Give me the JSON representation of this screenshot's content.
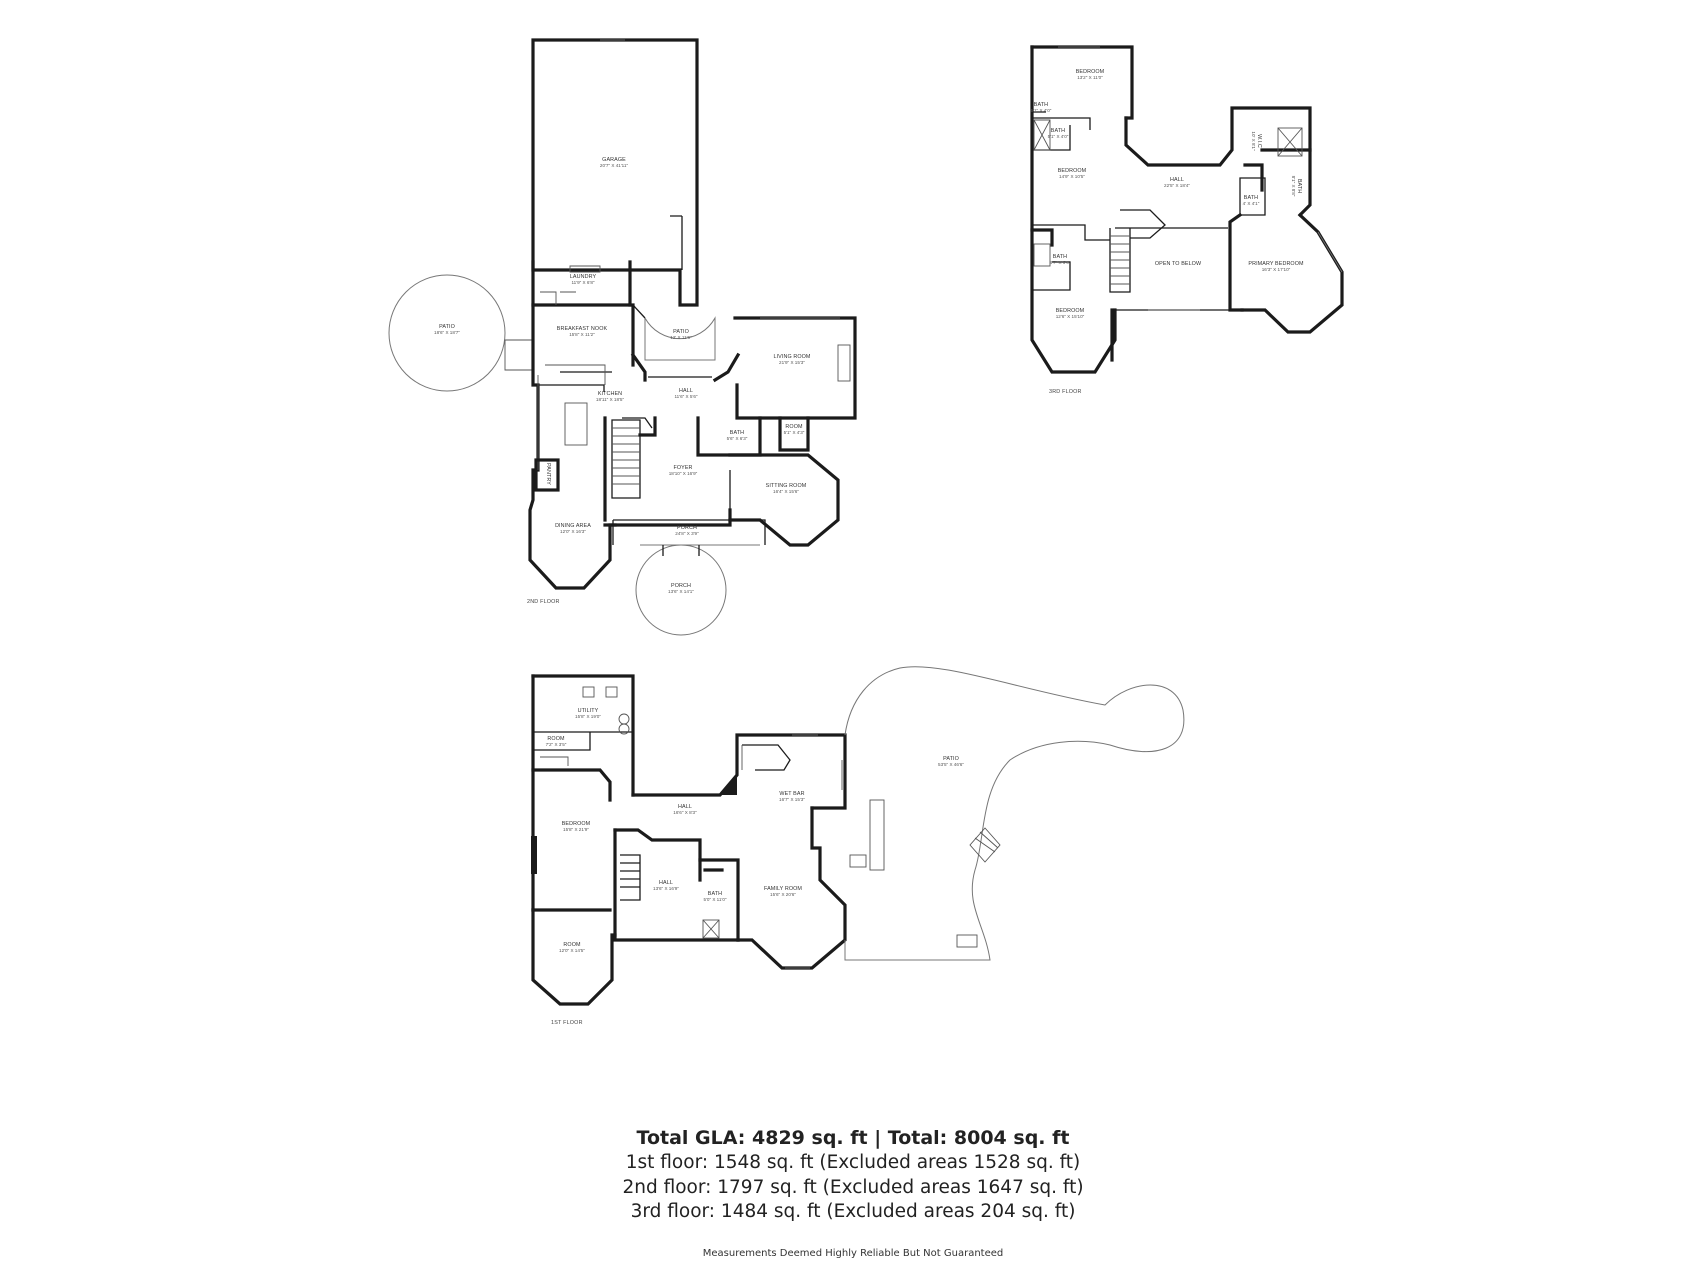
{
  "floors": {
    "second": {
      "label": "2ND FLOOR",
      "rooms": [
        {
          "id": "garage",
          "name": "GARAGE",
          "dim": "20'7\" X 41'11\""
        },
        {
          "id": "laundry",
          "name": "LAUNDRY",
          "dim": "11'9\" X 6'8\""
        },
        {
          "id": "patio_circle",
          "name": "PATIO",
          "dim": "18'6\" X 18'7\""
        },
        {
          "id": "breakfast",
          "name": "BREAKFAST NOOK",
          "dim": "15'8\" X 11'2\""
        },
        {
          "id": "patio_small",
          "name": "PATIO",
          "dim": "12' X 11'6\""
        },
        {
          "id": "living",
          "name": "LIVING ROOM",
          "dim": "21'9\" X 15'3\""
        },
        {
          "id": "kitchen",
          "name": "KITCHEN",
          "dim": "18'11\" X 18'5\""
        },
        {
          "id": "hall",
          "name": "HALL",
          "dim": "11'6\" X 5'6\""
        },
        {
          "id": "bath",
          "name": "BATH",
          "dim": "5'6\" X 6'3\""
        },
        {
          "id": "room",
          "name": "ROOM",
          "dim": "5'1\" X 4'3\""
        },
        {
          "id": "foyer",
          "name": "FOYER",
          "dim": "18'10\" X 16'9\""
        },
        {
          "id": "sitting",
          "name": "SITTING ROOM",
          "dim": "16'4\" X 15'6\""
        },
        {
          "id": "dining",
          "name": "DINING AREA",
          "dim": "12'0\" X 16'3\""
        },
        {
          "id": "porch_front",
          "name": "PORCH",
          "dim": "24'8\" X 3'9\""
        },
        {
          "id": "porch_circle",
          "name": "PORCH",
          "dim": "13'6\" X 14'1\""
        },
        {
          "id": "pantry",
          "name": "PANTRY",
          "dim": "4'2\" X 2'6\""
        }
      ]
    },
    "third": {
      "label": "3RD FLOOR",
      "rooms": [
        {
          "id": "bed1",
          "name": "BEDROOM",
          "dim": "13'2\" X 11'0\""
        },
        {
          "id": "bath1",
          "name": "BATH",
          "dim": "5'1\" X 4'0\""
        },
        {
          "id": "bath1b",
          "name": "BATH",
          "dim": "5'1\" X 4'0\""
        },
        {
          "id": "wic",
          "name": "W.I.C",
          "dim": "10' X 8'1\""
        },
        {
          "id": "bed2",
          "name": "BEDROOM",
          "dim": "14'9\" X 10'5\""
        },
        {
          "id": "hall",
          "name": "HALL",
          "dim": "22'5\" X 18'4\""
        },
        {
          "id": "bath_small",
          "name": "BATH",
          "dim": "4' X 4'1\""
        },
        {
          "id": "bath_primary",
          "name": "BATH",
          "dim": "8'1\" X 8'8\""
        },
        {
          "id": "bath2",
          "name": "BATH",
          "dim": "8'7\" X 6'4\""
        },
        {
          "id": "open",
          "name": "OPEN TO BELOW",
          "dim": ""
        },
        {
          "id": "primary",
          "name": "PRIMARY BEDROOM",
          "dim": "16'3\" X 17'10\""
        },
        {
          "id": "bed3",
          "name": "BEDROOM",
          "dim": "12'6\" X 15'10\""
        }
      ]
    },
    "first": {
      "label": "1ST FLOOR",
      "rooms": [
        {
          "id": "utility",
          "name": "UTILITY",
          "dim": "15'8\" X 19'0\""
        },
        {
          "id": "room_small",
          "name": "ROOM",
          "dim": "7'2\" X 3'5\""
        },
        {
          "id": "patio_big",
          "name": "PATIO",
          "dim": "53'5\" X 46'6\""
        },
        {
          "id": "wetbar",
          "name": "WET BAR",
          "dim": "16'7\" X 15'3\""
        },
        {
          "id": "hall1",
          "name": "HALL",
          "dim": "16'6\" X 8'3\""
        },
        {
          "id": "bedroom",
          "name": "BEDROOM",
          "dim": "15'8\" X 21'9\""
        },
        {
          "id": "hall2",
          "name": "HALL",
          "dim": "13'6\" X 16'9\""
        },
        {
          "id": "bath",
          "name": "BATH",
          "dim": "5'0\" X 11'0\""
        },
        {
          "id": "family",
          "name": "FAMILY ROOM",
          "dim": "15'6\" X 20'6\""
        },
        {
          "id": "room_oct",
          "name": "ROOM",
          "dim": "12'0\" X 14'5\""
        }
      ]
    }
  },
  "summary": {
    "total": "Total GLA: 4829 sq. ft | Total: 8004 sq. ft",
    "first": "1st floor: 1548 sq. ft (Excluded areas 1528 sq. ft)",
    "second": "2nd floor: 1797 sq. ft (Excluded areas 1647 sq. ft)",
    "third": "3rd floor: 1484 sq. ft (Excluded areas 204 sq. ft)"
  },
  "disclaimer": "Measurements Deemed Highly Reliable But Not Guaranteed"
}
